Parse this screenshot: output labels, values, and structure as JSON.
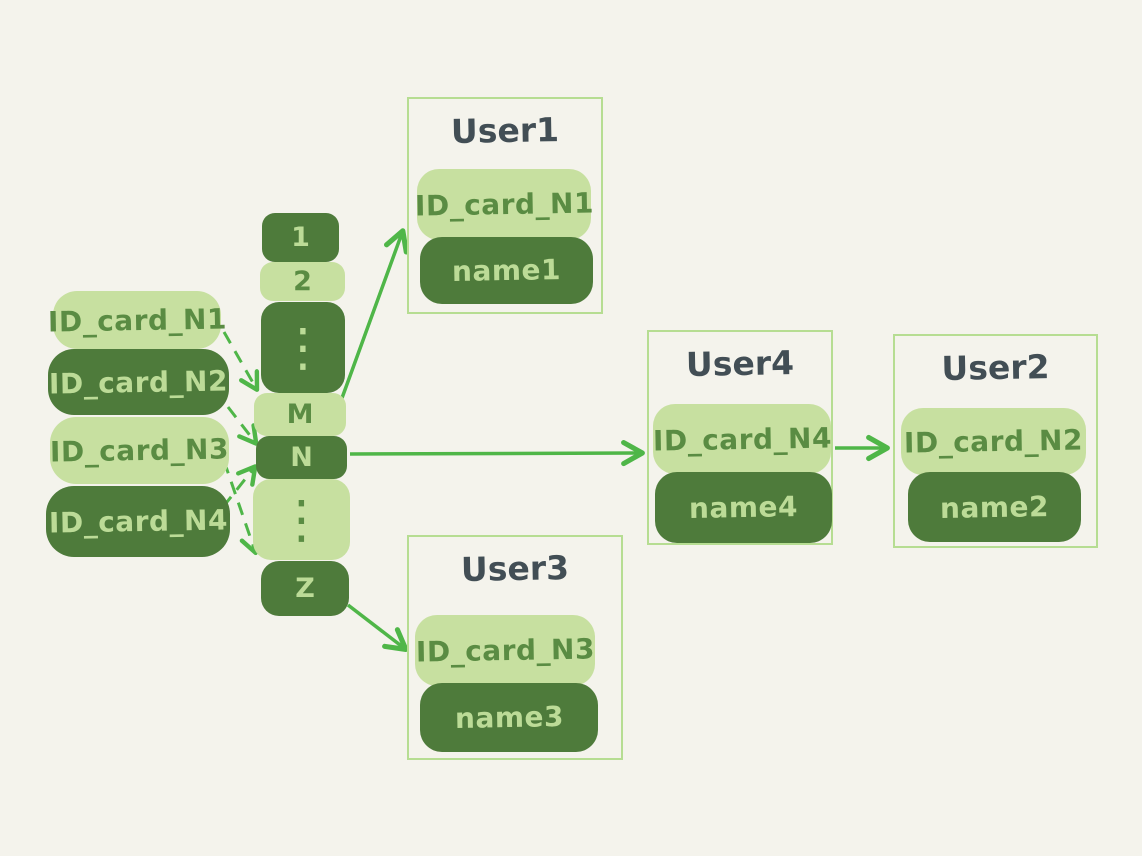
{
  "id_cards": [
    {
      "label": "ID_card_N1",
      "style": "light"
    },
    {
      "label": "ID_card_N2",
      "style": "dark"
    },
    {
      "label": "ID_card_N3",
      "style": "light"
    },
    {
      "label": "ID_card_N4",
      "style": "dark"
    }
  ],
  "hash_buckets": [
    {
      "label": "1",
      "style": "dark"
    },
    {
      "label": "2",
      "style": "light"
    },
    {
      "label": "⋮",
      "style": "dark"
    },
    {
      "label": "M",
      "style": "light"
    },
    {
      "label": "N",
      "style": "dark"
    },
    {
      "label": "⋮",
      "style": "light"
    },
    {
      "label": "Z",
      "style": "dark"
    }
  ],
  "users": [
    {
      "title": "User1",
      "id_card": "ID_card_N1",
      "name": "name1"
    },
    {
      "title": "User4",
      "id_card": "ID_card_N4",
      "name": "name4"
    },
    {
      "title": "User2",
      "id_card": "ID_card_N2",
      "name": "name2"
    },
    {
      "title": "User3",
      "id_card": "ID_card_N3",
      "name": "name3"
    }
  ],
  "edges": {
    "dashed": [
      "ID_card_N1 → bucket M",
      "ID_card_N2 → bucket N",
      "ID_card_N3 → bucket Z",
      "ID_card_N4 → bucket N"
    ],
    "solid": [
      "bucket M → User1",
      "bucket N → User4",
      "bucket Z → User3",
      "User4 → User2"
    ]
  },
  "colors": {
    "background": "#f4f3ec",
    "pill-light": "#c7e0a0",
    "pill-dark": "#4e7b3b",
    "text-on-light": "#5a8c43",
    "text-on-dark": "#bcdb97",
    "arrow": "#4fb648",
    "box-border": "#b6dd92",
    "title-text": "#424e55"
  }
}
